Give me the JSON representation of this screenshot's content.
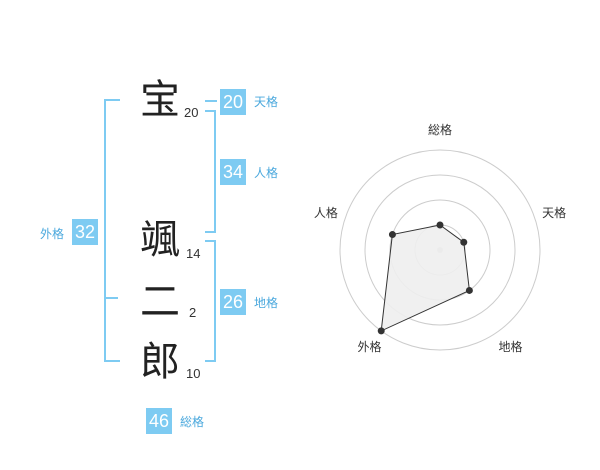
{
  "name": {
    "chars": [
      {
        "char": "宝",
        "strokes": "20"
      },
      {
        "char": "颯",
        "strokes": "14"
      },
      {
        "char": "二",
        "strokes": "2"
      },
      {
        "char": "郎",
        "strokes": "10"
      }
    ]
  },
  "kakusu": {
    "tenkaku": {
      "label": "天格",
      "value": "20"
    },
    "jinkaku": {
      "label": "人格",
      "value": "34"
    },
    "chikaku": {
      "label": "地格",
      "value": "26"
    },
    "gaikaku": {
      "label": "外格",
      "value": "32"
    },
    "soukaku": {
      "label": "総格",
      "value": "46"
    }
  },
  "chart_data": {
    "type": "radar",
    "axes": [
      "総格",
      "天格",
      "地格",
      "外格",
      "人格"
    ],
    "values": [
      1.0,
      1.0,
      2.0,
      4.0,
      2.0
    ],
    "rmax": 4,
    "rings": 4,
    "colors": {
      "fill": "#eeeeee",
      "line": "#333333",
      "grid": "#cccccc"
    }
  },
  "colors": {
    "accent": "#7ecbf2",
    "label": "#4aa8dd"
  }
}
